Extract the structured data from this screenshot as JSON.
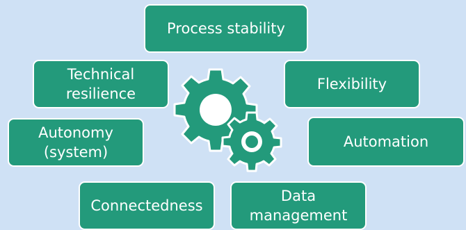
{
  "diagram": {
    "boxes": {
      "process_stability": [
        "Process stability"
      ],
      "technical_resilience": [
        "Technical",
        "resilience"
      ],
      "flexibility": [
        "Flexibility"
      ],
      "autonomy": [
        "Autonomy",
        "(system)"
      ],
      "automation": [
        "Automation"
      ],
      "connectedness": [
        "Connectedness"
      ],
      "data_management": [
        "Data",
        "management"
      ]
    },
    "colors": {
      "background": "#cfe1f5",
      "box_fill": "#239a7b",
      "box_border": "#ffffff",
      "gear_fill": "#239a7b",
      "text": "#ffffff"
    },
    "center_icon": "gears-icon"
  }
}
